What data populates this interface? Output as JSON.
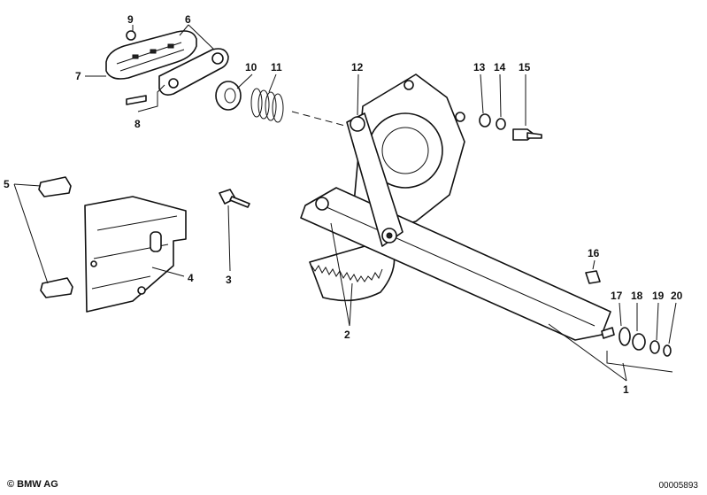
{
  "callouts": {
    "c1": "1",
    "c2": "2",
    "c3": "3",
    "c4": "4",
    "c5": "5",
    "c6": "6",
    "c7": "7",
    "c8": "8",
    "c9": "9",
    "c10": "10",
    "c11": "11",
    "c12": "12",
    "c13": "13",
    "c14": "14",
    "c15": "15",
    "c16": "16",
    "c17": "17",
    "c18": "18",
    "c19": "19",
    "c20": "20"
  },
  "footer": {
    "copyright": "© BMW AG",
    "document_number": "00005893"
  }
}
